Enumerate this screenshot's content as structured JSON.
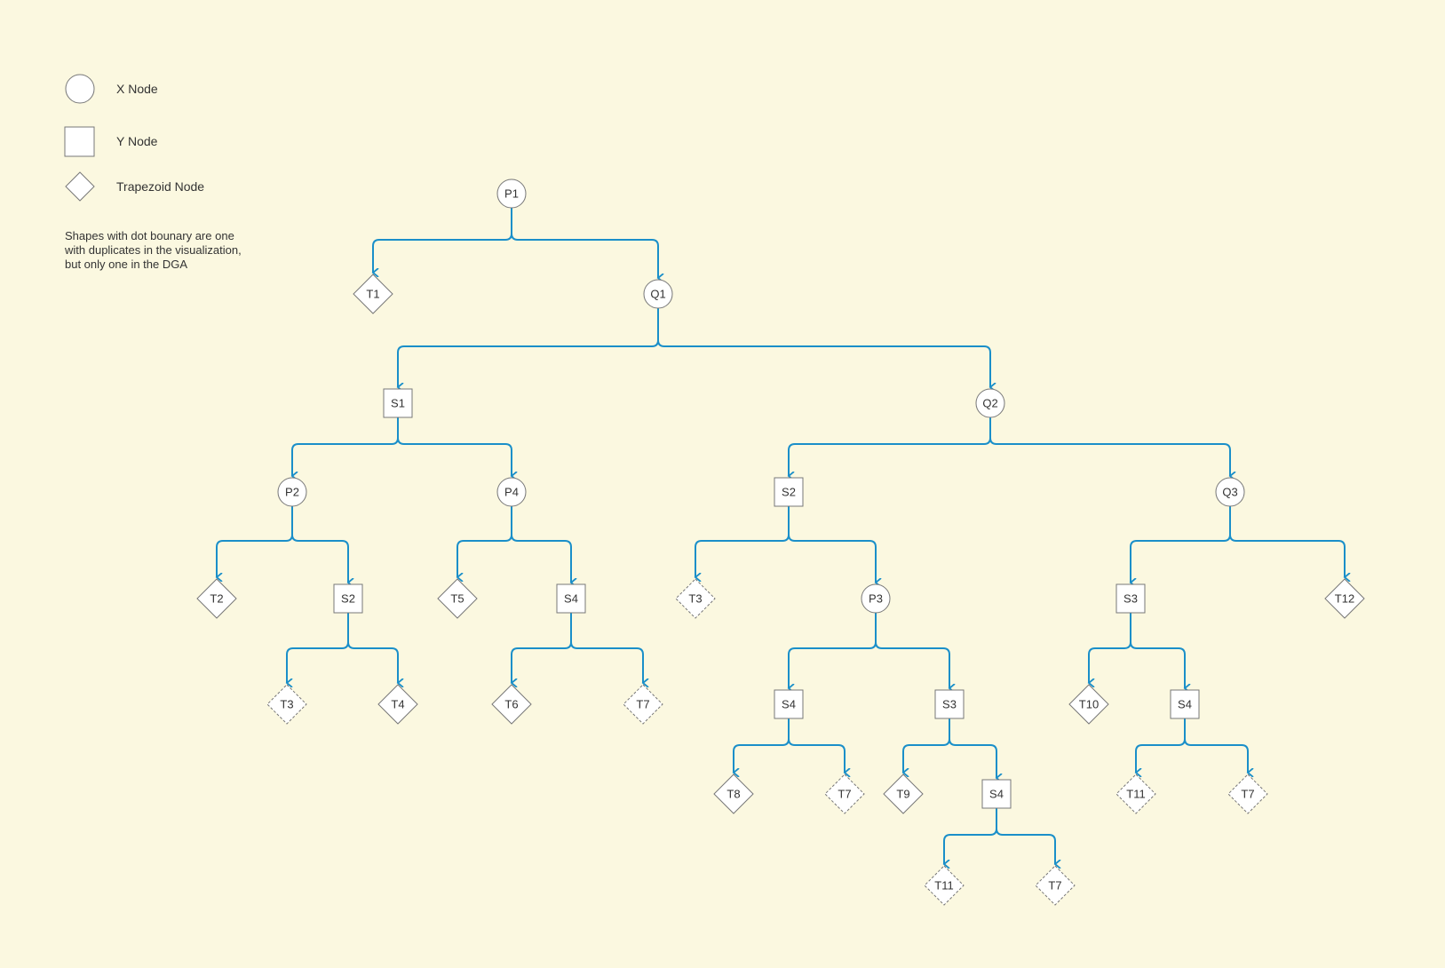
{
  "colors": {
    "background": "#fbf8e0",
    "edge": "#1a8fc9",
    "node_stroke": "#777777",
    "node_fill": "#ffffff",
    "text": "#333333"
  },
  "legend": {
    "x_node_label": "X Node",
    "y_node_label": "Y Node",
    "trapezoid_node_label": "Trapezoid Node",
    "note_lines": [
      "Shapes with dot bounary are one",
      "with duplicates in the visualization,",
      "but only one in the DGA"
    ]
  },
  "tree": {
    "id": "p1",
    "label": "P1",
    "shape": "circle",
    "children": [
      {
        "id": "t1",
        "label": "T1",
        "shape": "diamond"
      },
      {
        "id": "q1",
        "label": "Q1",
        "shape": "circle",
        "children": [
          {
            "id": "s1",
            "label": "S1",
            "shape": "square",
            "children": [
              {
                "id": "p2",
                "label": "P2",
                "shape": "circle",
                "children": [
                  {
                    "id": "t2",
                    "label": "T2",
                    "shape": "diamond"
                  },
                  {
                    "id": "s2a",
                    "label": "S2",
                    "shape": "square",
                    "children": [
                      {
                        "id": "t3a",
                        "label": "T3",
                        "shape": "diamond",
                        "dotted": true
                      },
                      {
                        "id": "t4",
                        "label": "T4",
                        "shape": "diamond"
                      }
                    ]
                  }
                ]
              },
              {
                "id": "p4",
                "label": "P4",
                "shape": "circle",
                "children": [
                  {
                    "id": "t5",
                    "label": "T5",
                    "shape": "diamond"
                  },
                  {
                    "id": "s4a",
                    "label": "S4",
                    "shape": "square",
                    "children": [
                      {
                        "id": "t6",
                        "label": "T6",
                        "shape": "diamond"
                      },
                      {
                        "id": "t7a",
                        "label": "T7",
                        "shape": "diamond",
                        "dotted": true
                      }
                    ]
                  }
                ]
              }
            ]
          },
          {
            "id": "q2",
            "label": "Q2",
            "shape": "circle",
            "children": [
              {
                "id": "s2b",
                "label": "S2",
                "shape": "square",
                "children": [
                  {
                    "id": "t3b",
                    "label": "T3",
                    "shape": "diamond",
                    "dotted": true
                  },
                  {
                    "id": "p3",
                    "label": "P3",
                    "shape": "circle",
                    "children": [
                      {
                        "id": "s4b",
                        "label": "S4",
                        "shape": "square",
                        "children": [
                          {
                            "id": "t8",
                            "label": "T8",
                            "shape": "diamond"
                          },
                          {
                            "id": "t7b",
                            "label": "T7",
                            "shape": "diamond",
                            "dotted": true
                          }
                        ]
                      },
                      {
                        "id": "s3a",
                        "label": "S3",
                        "shape": "square",
                        "children": [
                          {
                            "id": "t9",
                            "label": "T9",
                            "shape": "diamond"
                          },
                          {
                            "id": "s4c",
                            "label": "S4",
                            "shape": "square",
                            "children": [
                              {
                                "id": "t11a",
                                "label": "T11",
                                "shape": "diamond",
                                "dotted": true
                              },
                              {
                                "id": "t7c",
                                "label": "T7",
                                "shape": "diamond",
                                "dotted": true
                              }
                            ]
                          }
                        ]
                      }
                    ]
                  }
                ]
              },
              {
                "id": "q3",
                "label": "Q3",
                "shape": "circle",
                "children": [
                  {
                    "id": "s3b",
                    "label": "S3",
                    "shape": "square",
                    "children": [
                      {
                        "id": "t10",
                        "label": "T10",
                        "shape": "diamond"
                      },
                      {
                        "id": "s4d",
                        "label": "S4",
                        "shape": "square",
                        "children": [
                          {
                            "id": "t11b",
                            "label": "T11",
                            "shape": "diamond",
                            "dotted": true
                          },
                          {
                            "id": "t7d",
                            "label": "T7",
                            "shape": "diamond",
                            "dotted": true
                          }
                        ]
                      }
                    ]
                  },
                  {
                    "id": "t12",
                    "label": "T12",
                    "shape": "diamond"
                  }
                ]
              }
            ]
          }
        ]
      }
    ]
  }
}
